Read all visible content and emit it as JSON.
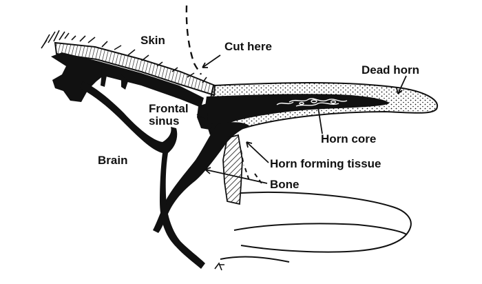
{
  "labels": {
    "skin": "Skin",
    "cut_here": "Cut here",
    "dead_horn": "Dead horn",
    "frontal_sinus": [
      "Frontal",
      "sinus"
    ],
    "horn_core": "Horn core",
    "brain": "Brain",
    "horn_forming_tissue": "Horn forming tissue",
    "bone": "Bone"
  },
  "colors": {
    "ink": "#111111",
    "background": "#ffffff"
  }
}
